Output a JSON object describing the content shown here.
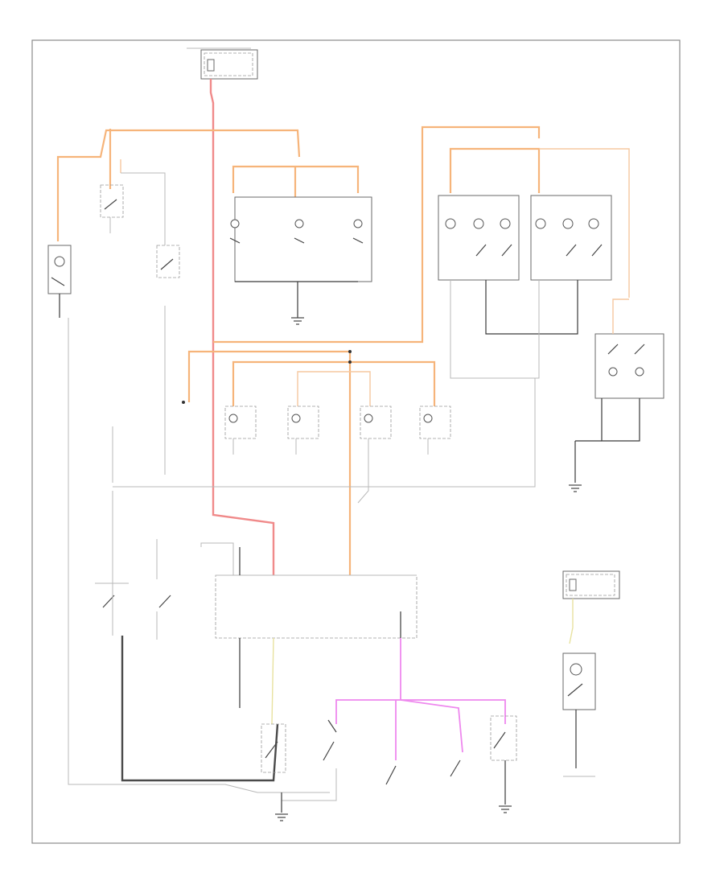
{
  "figure": {
    "corner_code": "",
    "text_legible": false
  },
  "colors": {
    "power_feed": "#f08a8a",
    "lamp_feed": "#f6b47a",
    "switch_signal": "#ee88ee",
    "ground": "#3a3a3a",
    "aux": "#b8b8b8",
    "frame": "#8a8a8a"
  },
  "components": {
    "fuse_block_top": "fuse-block",
    "fuse_block_right": "fuse-block",
    "bcm": "control-module",
    "courtesy_lamps_upper": "lamp",
    "courtesy_lamps_lower": "lamp",
    "dome_reading_lamps": "lamp",
    "door_jamb_switches": "switch",
    "grounds": "ground"
  }
}
